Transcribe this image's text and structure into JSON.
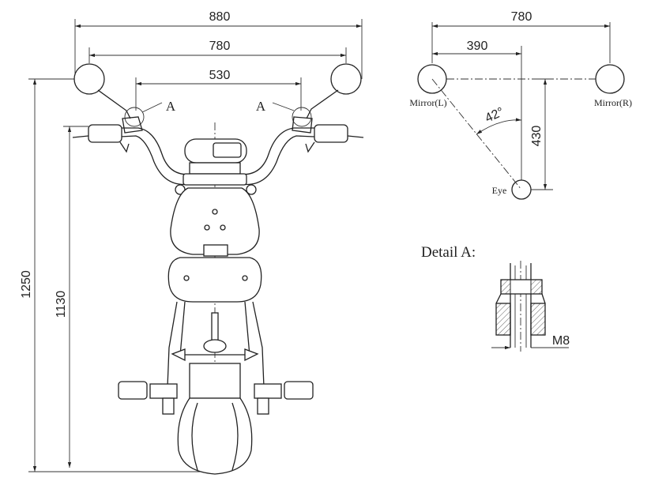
{
  "front_view": {
    "dim_overall_width": "880",
    "dim_mirror_span": "780",
    "dim_handlebar_width": "530",
    "dim_overall_height": "1250",
    "dim_handlebar_height": "1130",
    "detail_marker_left": "A",
    "detail_marker_right": "A"
  },
  "mirror_diagram": {
    "dim_mirror_span": "780",
    "dim_half_span": "390",
    "dim_eye_distance": "430",
    "angle": "42°",
    "mirror_left_label": "Mirror(L)",
    "mirror_right_label": "Mirror(R)",
    "eye_label": "Eye"
  },
  "detail_a": {
    "title": "Detail A:",
    "thread_label": "M8"
  }
}
